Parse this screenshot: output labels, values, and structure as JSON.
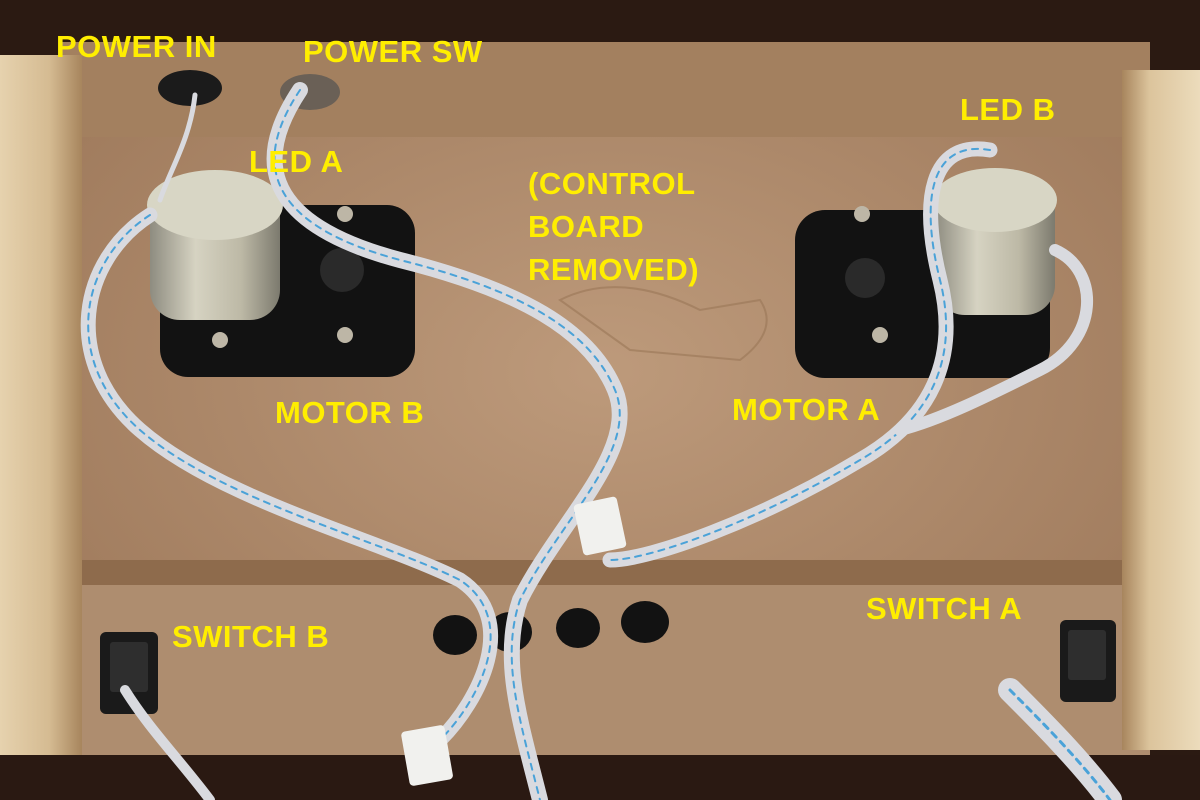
{
  "colors": {
    "label": "#ffee00",
    "board": "#b08a6a",
    "wood": "#d8bf98",
    "frame": "#2b1a12",
    "motor_mount": "#121212",
    "motor_can": "#c4c1b0",
    "ribbon": "#d9dadf",
    "ribbon_stripe": "#4aa2d8"
  },
  "labels": {
    "power_in": "POWER IN",
    "power_sw": "POWER SW",
    "led_a": "LED A",
    "led_b": "LED B",
    "control_line1": "(CONTROL",
    "control_line2": "BOARD",
    "control_line3": "REMOVED)",
    "motor_b": "MOTOR B",
    "motor_a": "MOTOR A",
    "switch_b": "SWITCH B",
    "switch_a": "SWITCH A"
  }
}
